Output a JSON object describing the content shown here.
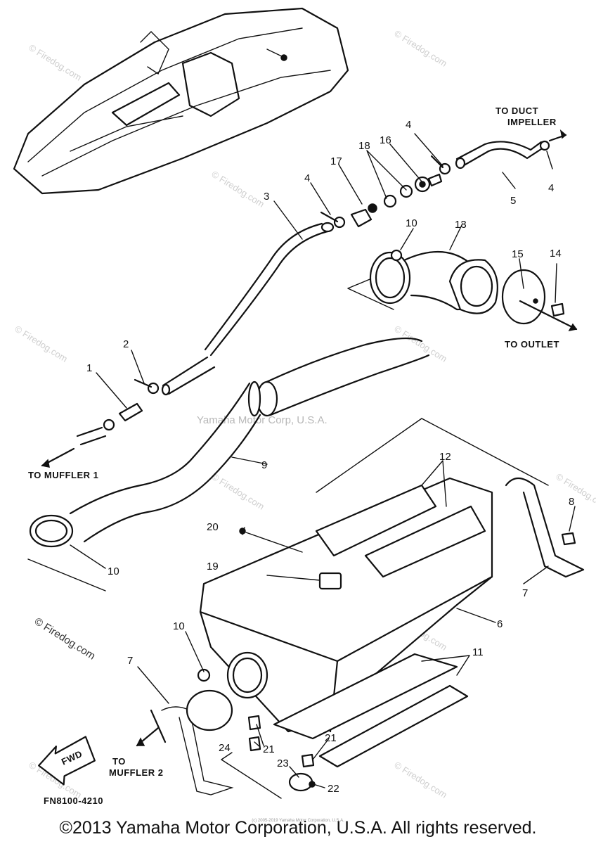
{
  "diagram": {
    "code": "FN8100-4210",
    "fwd_label": "FWD",
    "callouts": {
      "to_duct_impeller_1": "TO DUCT",
      "to_duct_impeller_2": "IMPELLER",
      "to_outlet": "TO OUTLET",
      "to_muffler_1": "TO MUFFLER 1",
      "to_muffler_2_a": "TO",
      "to_muffler_2_b": "MUFFLER 2"
    },
    "part_numbers": {
      "p1": "1",
      "p2": "2",
      "p3": "3",
      "p4a": "4",
      "p4b": "4",
      "p4c": "4",
      "p5": "5",
      "p6": "6",
      "p7a": "7",
      "p7b": "7",
      "p8": "8",
      "p9": "9",
      "p10a": "10",
      "p10b": "10",
      "p10c": "10",
      "p11": "11",
      "p12": "12",
      "p13": "13",
      "p14": "14",
      "p15": "15",
      "p16": "16",
      "p17": "17",
      "p18": "18",
      "p19": "19",
      "p20": "20",
      "p21a": "21",
      "p21b": "21",
      "p22": "22",
      "p23": "23",
      "p24": "24"
    }
  },
  "watermarks": {
    "center": "Yamaha Motor Corp, U.S.A.",
    "firedog": "© Firedog.com"
  },
  "footer": {
    "copyright": "©2013 Yamaha Motor Corporation, U.S.A. All rights reserved.",
    "small_copyright": "(c) 2005-2019 Yamaha Motor Corporation, U.S.A."
  }
}
